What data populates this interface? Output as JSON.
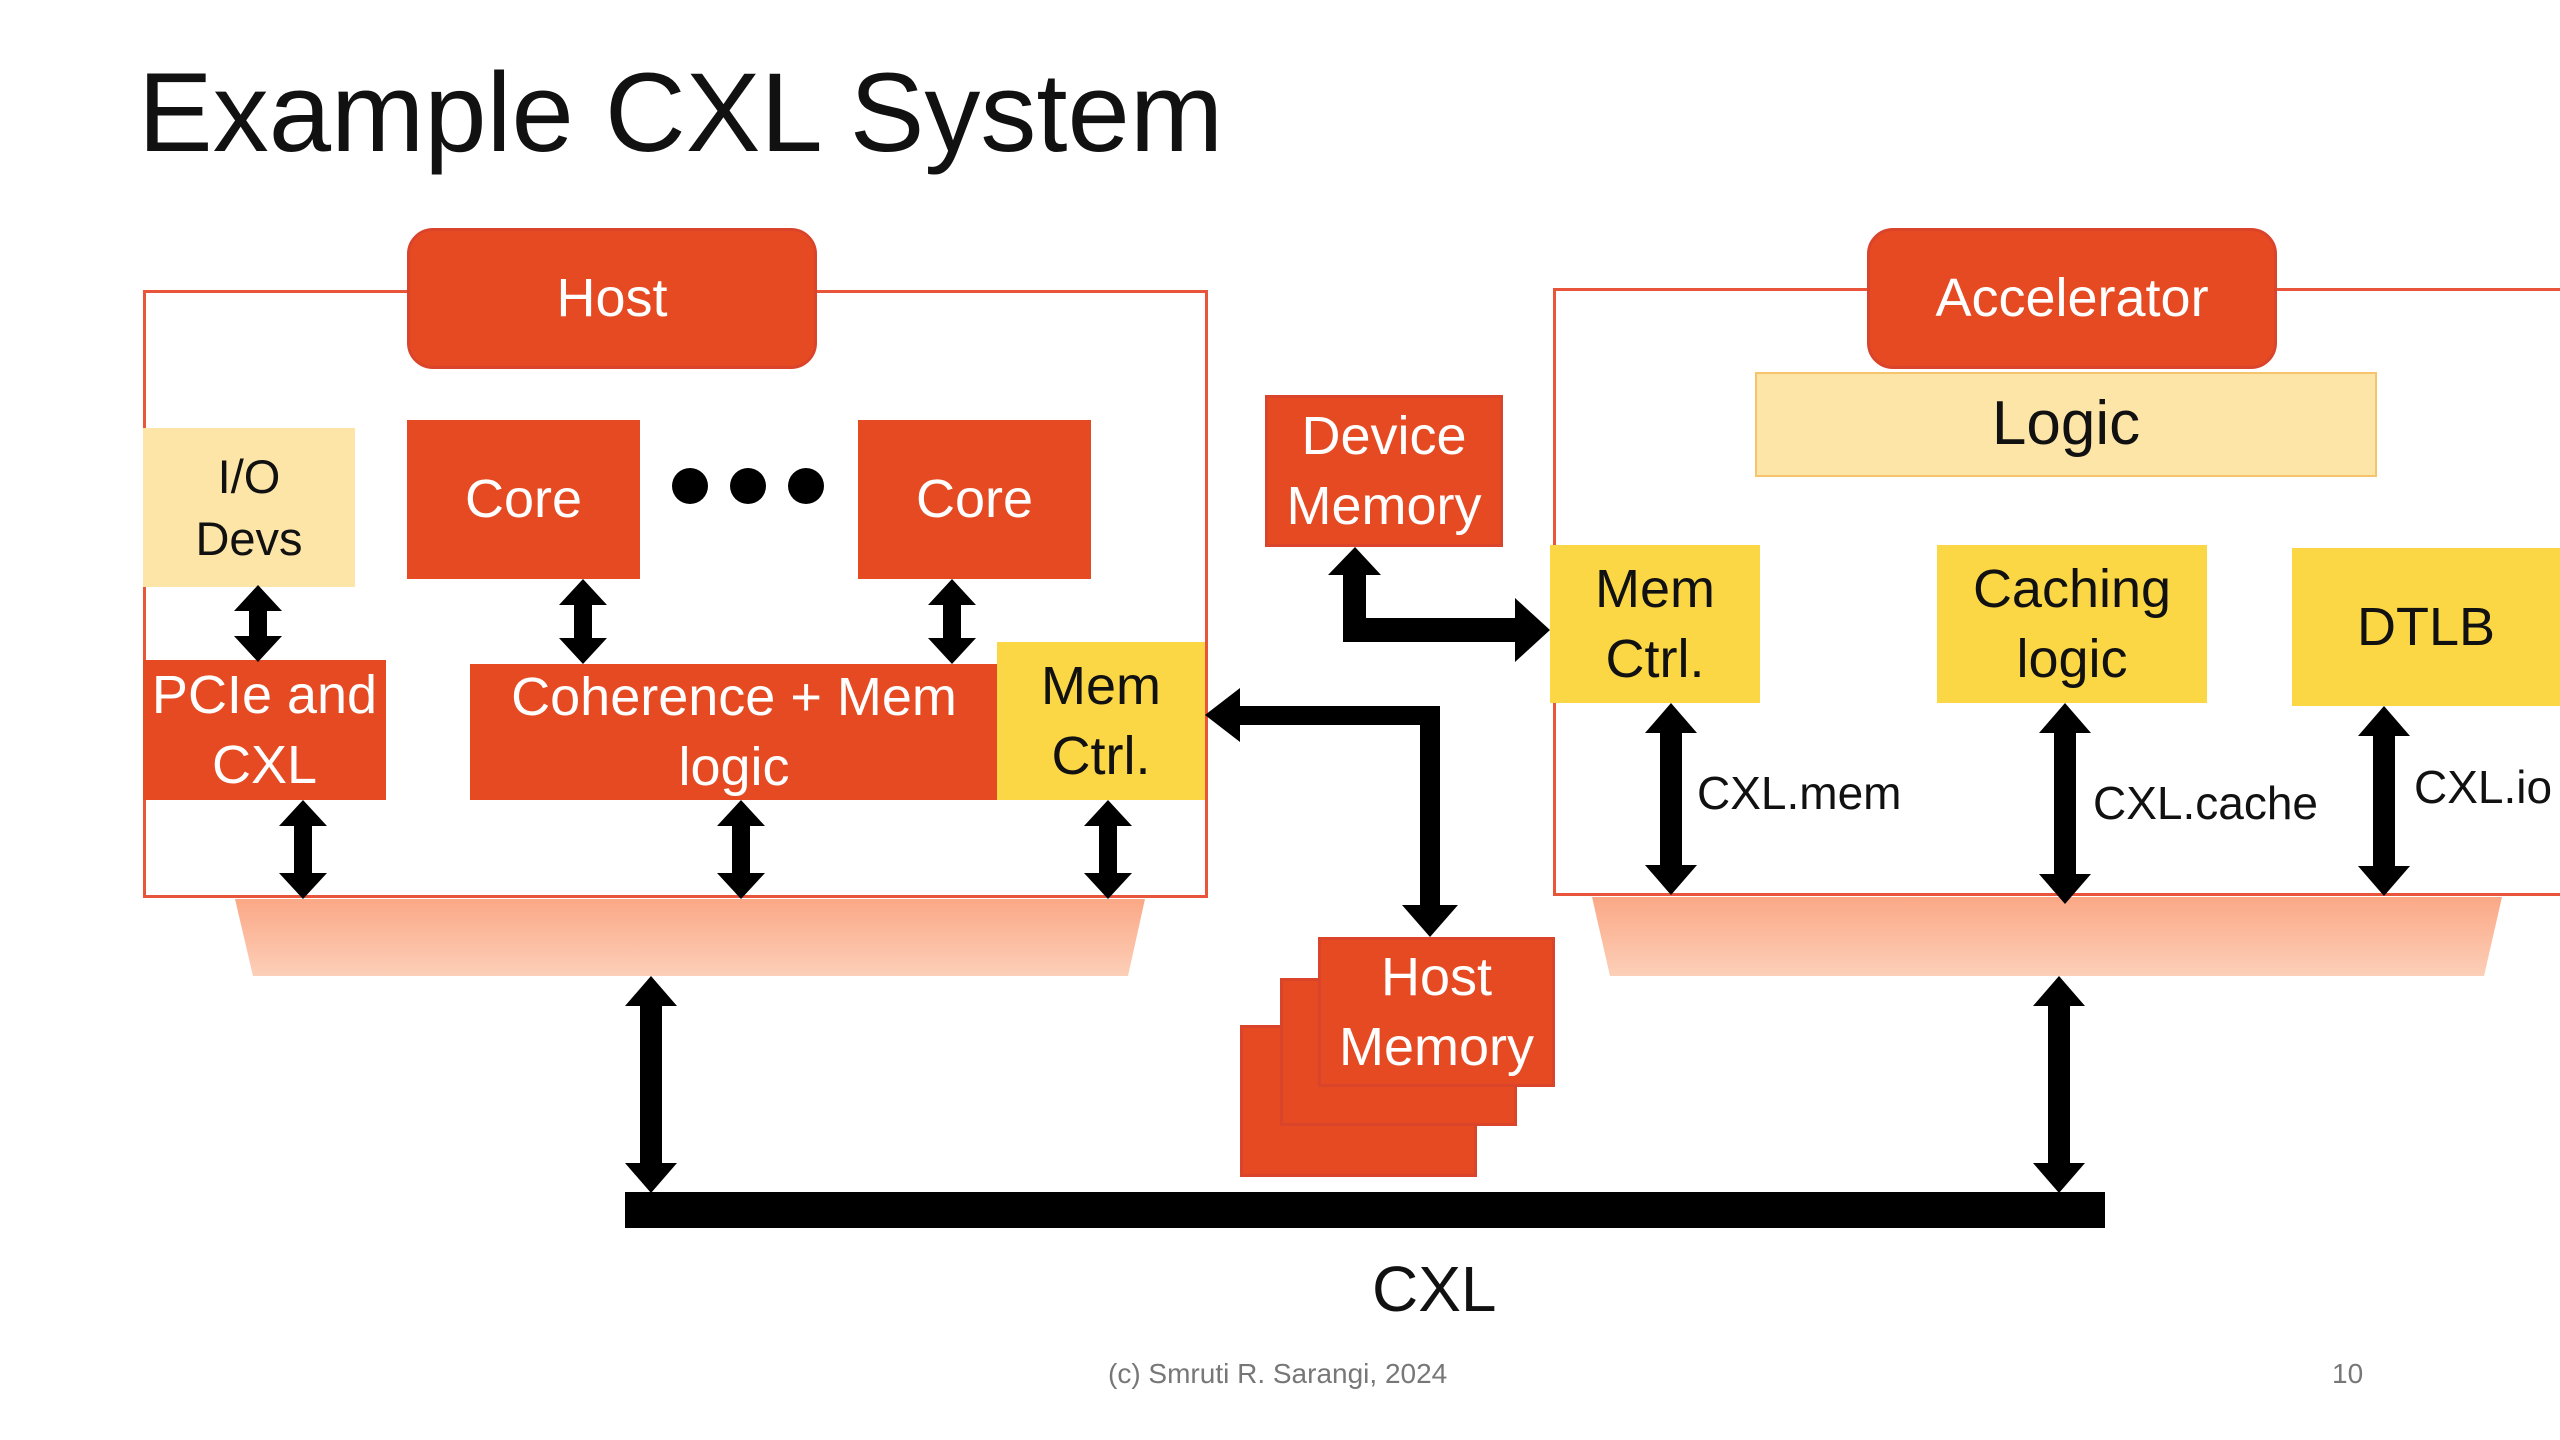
{
  "slide": {
    "title": "Example CXL System",
    "footer_left": "(c) Smruti R. Sarangi, 2024",
    "page_number": "10"
  },
  "host": {
    "title": "Host",
    "io_devs": "I/O\nDevs",
    "core_left": "Core",
    "core_right": "Core",
    "pcie_cxl": "PCIe and\nCXL",
    "coherence": "Coherence + Mem\nlogic",
    "mem_ctrl": "Mem\nCtrl."
  },
  "device_memory": "Device\nMemory",
  "host_memory": "Host\nMemory",
  "accelerator": {
    "title": "Accelerator",
    "logic": "Logic",
    "mem_ctrl": "Mem\nCtrl.",
    "caching_logic": "Caching\nlogic",
    "dtlb": "DTLB",
    "cxl_mem": "CXL.mem",
    "cxl_cache": "CXL.cache",
    "cxl_io": "CXL.io"
  },
  "bus_label": "CXL",
  "colors": {
    "red": "#e64a23",
    "yellow": "#fbd746",
    "pale_yellow": "#fde5a7",
    "salmon": "#fbb193",
    "arrow": "#000000"
  }
}
